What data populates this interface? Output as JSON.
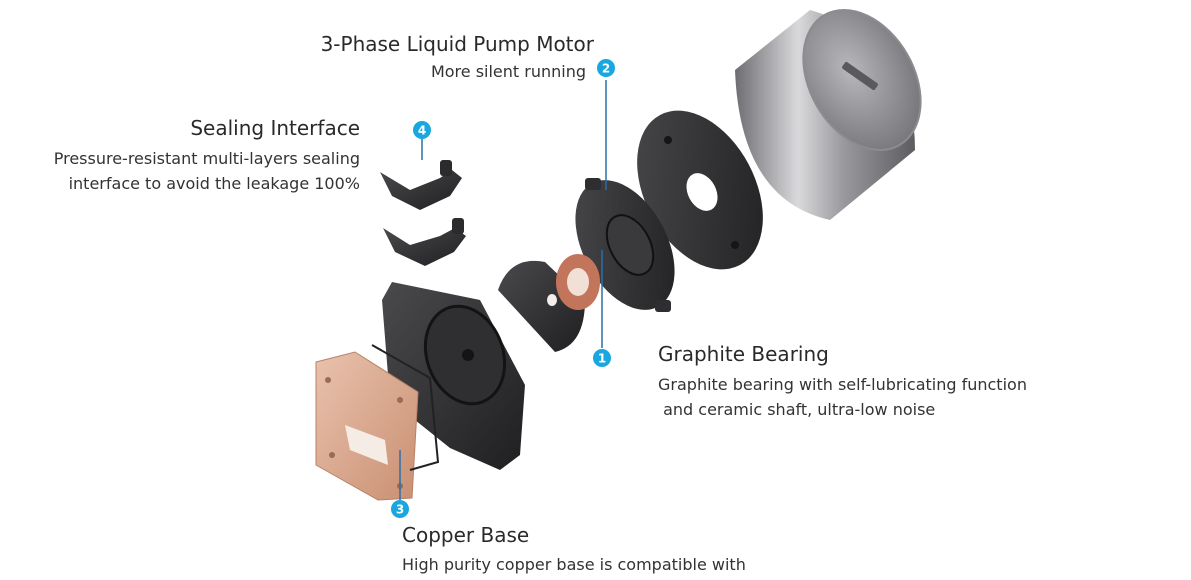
{
  "callouts": [
    {
      "number": "2",
      "title": "3-Phase Liquid Pump Motor",
      "desc": [
        "More silent running"
      ]
    },
    {
      "number": "4",
      "title": "Sealing Interface",
      "desc": [
        "Pressure-resistant multi-layers sealing",
        "interface to avoid the leakage 100%"
      ]
    },
    {
      "number": "1",
      "title": "Graphite Bearing",
      "desc": [
        "Graphite bearing with self-lubricating function",
        " and ceramic shaft, ultra-low noise"
      ]
    },
    {
      "number": "3",
      "title": "Copper Base",
      "desc": [
        "High purity copper base is compatible with"
      ]
    }
  ],
  "colors": {
    "marker": "#1aa7e0",
    "leader": "#2a6fa8",
    "copper": "#d9a58a",
    "plastic": "#2b2b2d"
  }
}
